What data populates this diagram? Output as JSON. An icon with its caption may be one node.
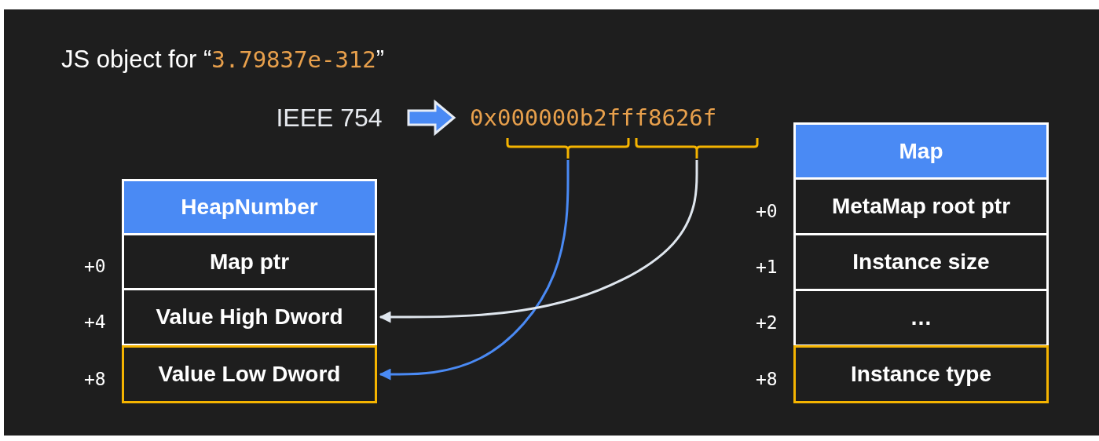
{
  "diagram": {
    "title": "JS object for “3.79837e-312”",
    "nodes": [
      {
        "text": [
          "IEEE 754"
        ]
      },
      {
        "text": [
          "0x000000b2fff8626f"
        ]
      },
      {
        "text": [],
        "shape": "bracket"
      },
      {
        "text": [],
        "shape": "bracket"
      },
      {
        "text": [
          "HeapNumber"
        ]
      },
      {
        "text": [
          "Map ptr"
        ],
        "beside": [
          "+0"
        ]
      },
      {
        "text": [
          "Value High Dword"
        ],
        "beside": [
          "+4"
        ]
      },
      {
        "text": [
          "Value Low Dword"
        ],
        "beside": [
          "+8"
        ]
      },
      {
        "text": [
          "Map"
        ]
      },
      {
        "text": [
          "MetaMap root ptr"
        ],
        "beside": [
          "+0"
        ]
      },
      {
        "text": [
          "Instance size"
        ],
        "beside": [
          "+1"
        ]
      },
      {
        "text": [
          "…"
        ],
        "beside": [
          "+2"
        ]
      },
      {
        "text": [
          "Instance type"
        ],
        "beside": [
          "+8"
        ]
      }
    ],
    "edges": [
      {
        "from": 0,
        "to": 1,
        "arrow": "to",
        "style": "thick",
        "color": "#4a8af4"
      },
      {
        "from": 2,
        "to": 7,
        "arrow": "to",
        "color": "#4a8af4"
      },
      {
        "from": 3,
        "to": 6,
        "arrow": "to",
        "color": "#dfe6ee"
      }
    ]
  }
}
